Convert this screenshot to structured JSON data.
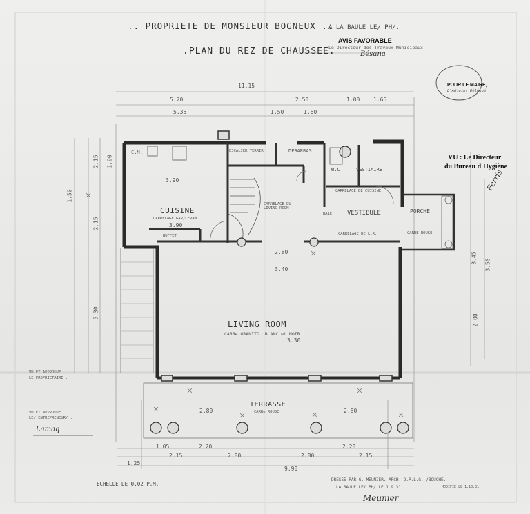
{
  "header": {
    "title_line1_left": ".. PROPRIETE DE MONSIEUR BOGNEUX ..",
    "title_line1_right": "A LA BAULE LE/ PH/.",
    "title_line2": ".PLAN DU REZ DE CHAUSSEE."
  },
  "stamps": {
    "avis": "AVIS FAVORABLE",
    "avis_sub": "Le Directeur des Travaux Municipaux",
    "maire": "POUR LE MAIRE,",
    "maire_sub": "L'Adjoint Délégué.",
    "hygiene_1": "VU : Le Directeur",
    "hygiene_2": "du Bureau d'Hygiène"
  },
  "rooms": {
    "cuisine": "CUISINE",
    "cuisine_floor": "CARRELAGE GAR/CERAM",
    "escalier": "ESCALIER TERRIR",
    "debarras": "DEBARRAS",
    "wc": "W.C",
    "vestiaire": "VESTIAIRE",
    "vestiaire_floor": "CARRELAGE DE CUISINE",
    "vestibule": "VESTIBULE",
    "vestibule_floor": "CARRELAGE DE L.R.",
    "baie": "BAIE",
    "porche": "PORCHE",
    "porche_floor": "CARRE ROUGE",
    "buffet": "BUFFET",
    "living": "LIVING ROOM",
    "living_floor": "CARRe GRANITO. BLANC et NOIR",
    "living_floor2": "CARRELAGE DU LIVING ROOM",
    "terrasse": "TERRASSE",
    "terrasse_floor": "CARRe ROUGE",
    "cm": "C.M."
  },
  "dimensions": {
    "top_total": "11.15",
    "top_a": "5.20",
    "top_b": "2.50",
    "top_c": "1.00",
    "top_d": "1.65",
    "top_e": "5.35",
    "top_f": "1.50",
    "top_g": "1.60",
    "bottom_total": "9.90",
    "bottom_a": "1.25",
    "bottom_b": "2.15",
    "bottom_c": "2.80",
    "bottom_d": "2.20",
    "bottom_e": "2.80",
    "bottom_f": "2.15",
    "bottom_g": "1.05",
    "living_w": "3.40",
    "living_sub": "2.80",
    "left_a": "2.15",
    "left_b": "1.90",
    "left_c": "1.50",
    "left_d": "2.15",
    "left_e": "5.30",
    "right_a": "2.00",
    "right_b": "3.45",
    "right_c": "3.50",
    "kitchen_w": "3.90",
    "kitchen_h": "3.90",
    "living_h": "3.30",
    "terrace_a": "2.80",
    "terrace_b": "2.80"
  },
  "left_notes": {
    "note1_a": "VU ET APPROUVE",
    "note1_b": "LE PROPRIETAIRE :",
    "note2_a": "VU ET APPROUVE",
    "note2_b": "LE/ ENTREPRENEUR/ :"
  },
  "footer": {
    "scale": "ECHELLE DE 0.02 P.M.",
    "architect_1": "DRESSE PAR G. MEUNIER. ARCH. D.P.L.G. /BOUCHE.",
    "architect_2": "LA BAULE LE/ PH/ LE 1.9.31.",
    "modified": "MODIFIE LE 1.10.31."
  },
  "signatures": {
    "avis_sig": "Bésana",
    "entrepreneur_sig": "Lamaq",
    "hygiene_sig": "Ferris",
    "architect_sig": "Meunier"
  }
}
